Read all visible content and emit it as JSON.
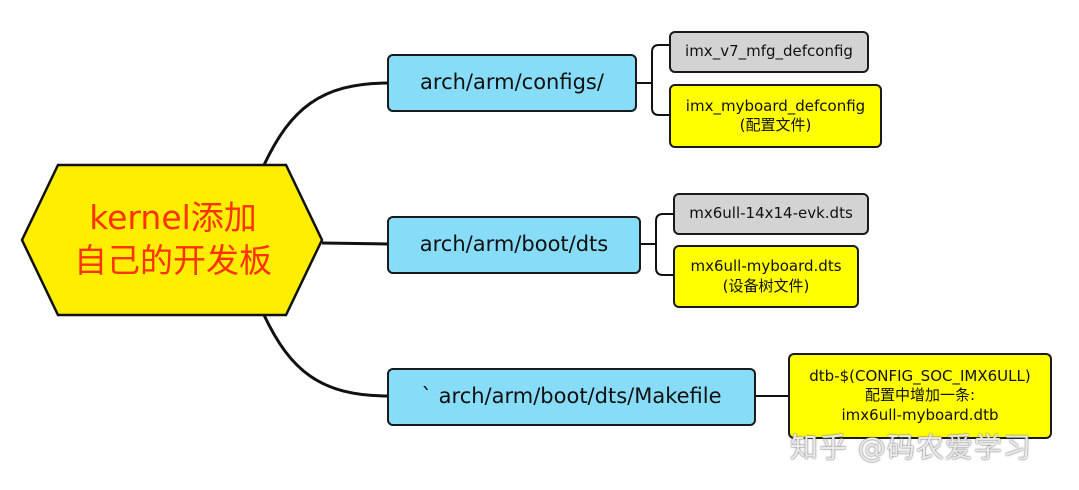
{
  "root": {
    "line1": "kernel添加",
    "line2": "自己的开发板"
  },
  "branches": [
    {
      "label": "arch/arm/configs/",
      "leaves": [
        {
          "lines": [
            "imx_v7_mfg_defconfig"
          ]
        },
        {
          "lines": [
            "imx_myboard_defconfig",
            "(配置文件)"
          ]
        }
      ]
    },
    {
      "label": "arch/arm/boot/dts",
      "leaves": [
        {
          "lines": [
            "mx6ull-14x14-evk.dts"
          ]
        },
        {
          "lines": [
            "mx6ull-myboard.dts",
            "(设备树文件)"
          ]
        }
      ]
    },
    {
      "label": "` arch/arm/boot/dts/Makefile",
      "leaves": [
        {
          "lines": [
            "dtb-$(CONFIG_SOC_IMX6ULL)",
            "配置中增加一条:",
            "imx6ull-myboard.dtb"
          ]
        }
      ]
    }
  ],
  "watermark": "知乎 @码农爱学习",
  "colors": {
    "root_fill": "#ffee00",
    "root_text": "#ff3300",
    "branch_fill": "#87dcf7",
    "leaf_grey": "#d3d3d3",
    "leaf_yellow": "#ffff00",
    "line": "#111111"
  }
}
